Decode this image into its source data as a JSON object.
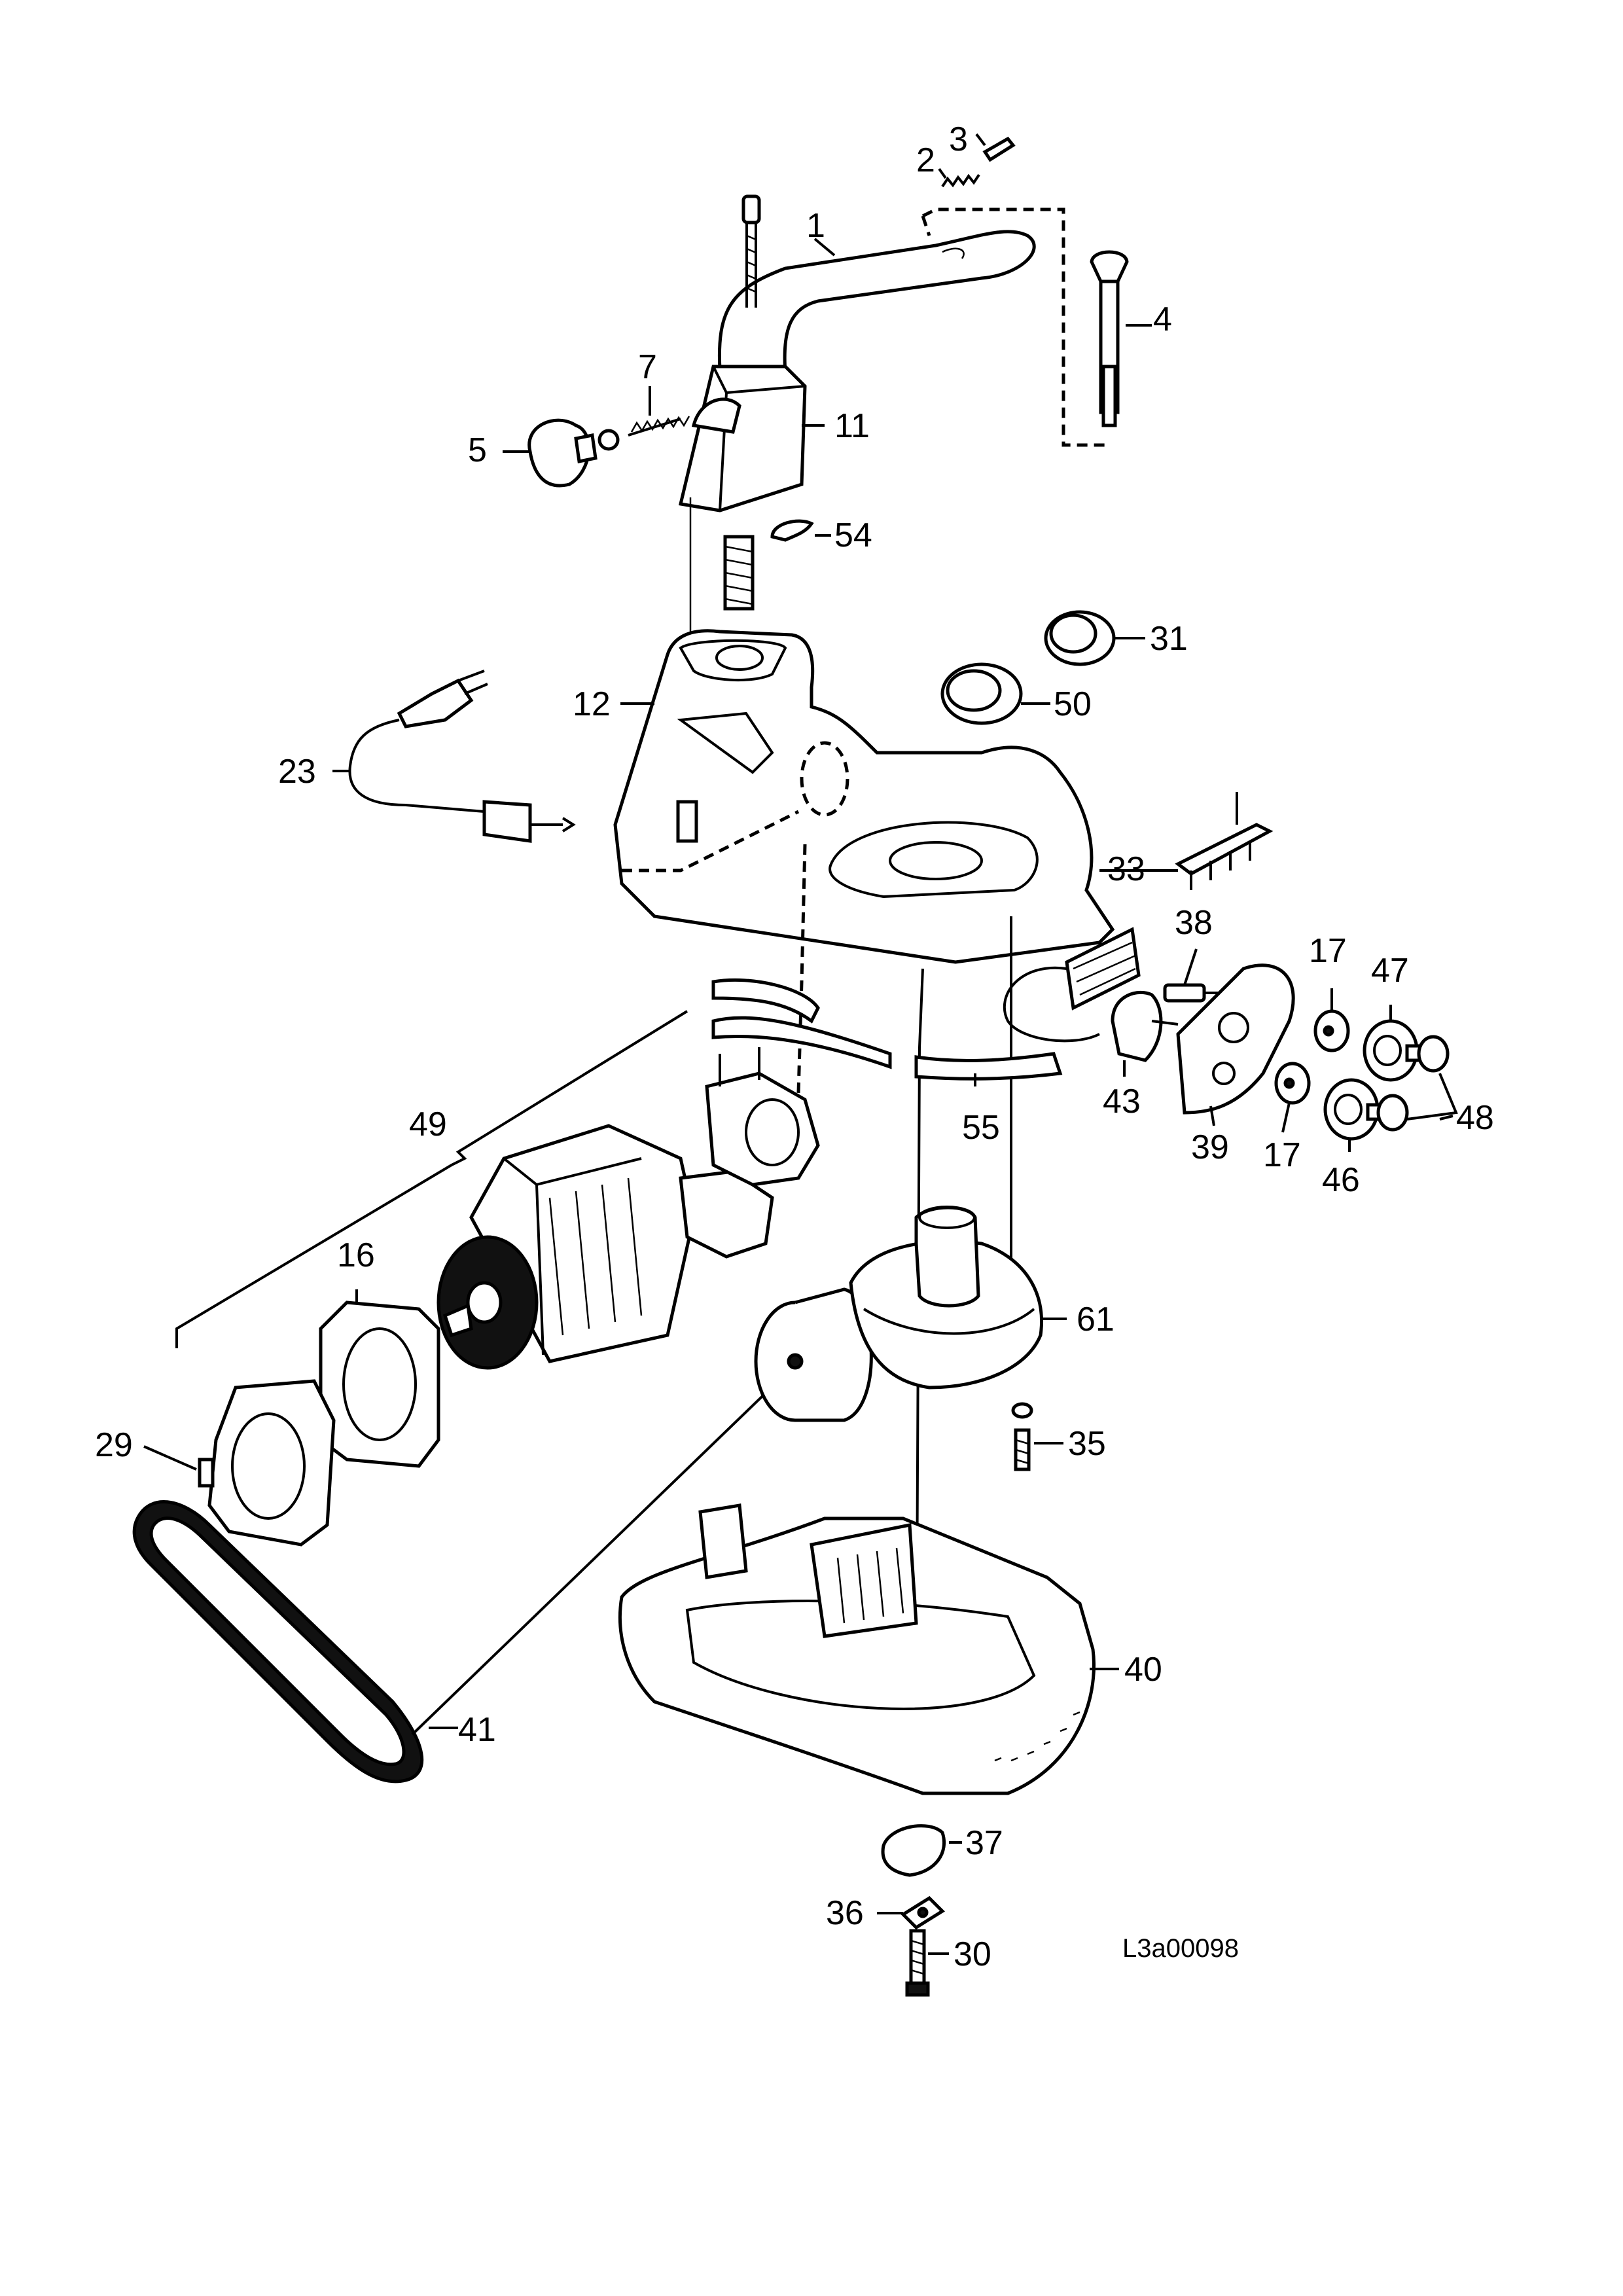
{
  "diagram": {
    "drawing_code": "L3a00098",
    "callouts": [
      "1",
      "2",
      "3",
      "4",
      "5",
      "7",
      "11",
      "54",
      "31",
      "50",
      "12",
      "23",
      "33",
      "38",
      "17",
      "47",
      "43",
      "55",
      "39",
      "17",
      "46",
      "48",
      "49",
      "16",
      "61",
      "35",
      "29",
      "41",
      "40",
      "37",
      "36",
      "30"
    ]
  }
}
